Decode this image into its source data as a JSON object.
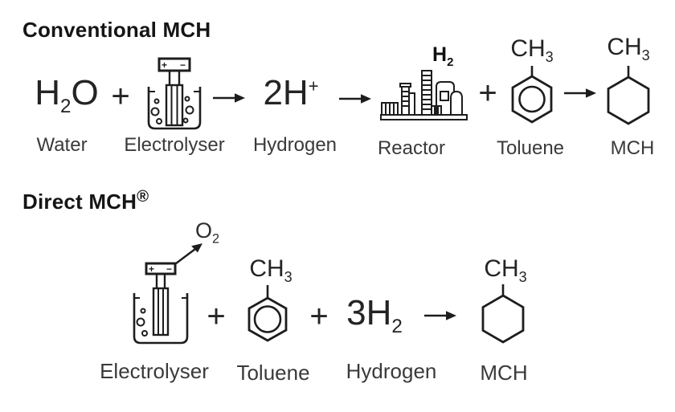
{
  "colors": {
    "background": "#ffffff",
    "ink": "#1d1d1d",
    "label": "#3a3a3a"
  },
  "conv": {
    "heading": "Conventional MCH",
    "water": {
      "pre": "H",
      "sub": "2",
      "post": "O",
      "label": "Water"
    },
    "plus_a": "+",
    "electrolyser": {
      "label": "Electrolyser",
      "plus": "+",
      "minus": "−"
    },
    "hydrogen": {
      "pre": "2H",
      "sup": "+",
      "label": "Hydrogen"
    },
    "reactor": {
      "label": "Reactor",
      "gas_pre": "H",
      "gas_sub": "2"
    },
    "plus_b": "+",
    "toluene": {
      "pre": "CH",
      "sub": "3",
      "label": "Toluene"
    },
    "mch": {
      "pre": "CH",
      "sub": "3",
      "label": "MCH"
    }
  },
  "direct": {
    "heading": "Direct MCH",
    "reg_mark": "®",
    "oxygen": {
      "pre": "O",
      "sub": "2"
    },
    "electrolyser": {
      "label": "Electrolyser",
      "plus": "+",
      "minus": "−"
    },
    "plus_a": "+",
    "toluene": {
      "pre": "CH",
      "sub": "3",
      "label": "Toluene"
    },
    "plus_b": "+",
    "hydrogen": {
      "pre": "3H",
      "sub": "2",
      "label": "Hydrogen"
    },
    "mch": {
      "pre": "CH",
      "sub": "3",
      "label": "MCH"
    }
  }
}
